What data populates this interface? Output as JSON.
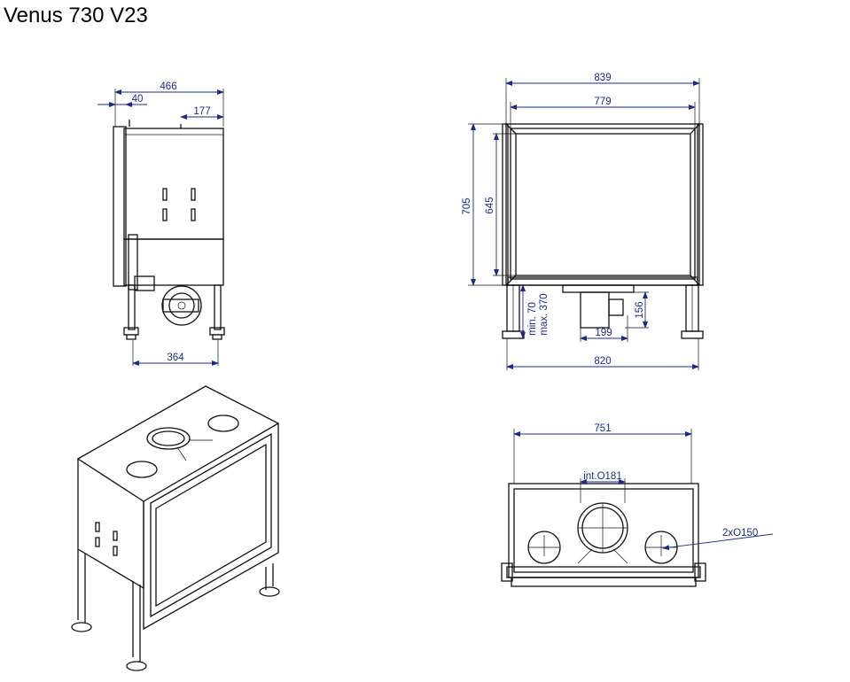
{
  "title": "Venus 730 V23",
  "colors": {
    "dimension": "#1a2a8c",
    "outline": "#111111",
    "background": "#ffffff"
  },
  "side_view": {
    "width_total": "466",
    "offset": "40",
    "depth_upper": "177",
    "leg_span": "364"
  },
  "front_view": {
    "width_outer": "839",
    "width_frame": "779",
    "height_total": "705",
    "height_glass": "645",
    "leg_min": "min. 70",
    "leg_max": "max. 370",
    "box_height": "156",
    "box_width": "199",
    "base_width": "820"
  },
  "top_view": {
    "width": "751",
    "center_flue": "int.O181",
    "side_flues": "2xO150"
  }
}
